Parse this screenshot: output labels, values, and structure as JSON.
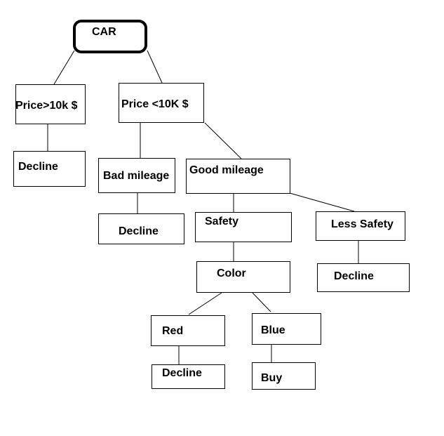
{
  "diagram": {
    "type": "decision-tree",
    "nodes": {
      "car": "CAR",
      "price_high": "Price>10k $",
      "price_low": "Price <10K $",
      "decline_price_high": "Decline",
      "bad_mileage": "Bad mileage",
      "good_mileage": "Good mileage",
      "decline_bad_mileage": "Decline",
      "safety": "Safety",
      "less_safety": "Less Safety",
      "decline_less_safety": "Decline",
      "color": "Color",
      "red": "Red",
      "blue": "Blue",
      "decline_red": "Decline",
      "buy": "Buy"
    },
    "edges": [
      [
        "car",
        "price_high"
      ],
      [
        "car",
        "price_low"
      ],
      [
        "price_high",
        "decline_price_high"
      ],
      [
        "price_low",
        "bad_mileage"
      ],
      [
        "price_low",
        "good_mileage"
      ],
      [
        "bad_mileage",
        "decline_bad_mileage"
      ],
      [
        "good_mileage",
        "safety"
      ],
      [
        "good_mileage",
        "less_safety"
      ],
      [
        "safety",
        "color"
      ],
      [
        "less_safety",
        "decline_less_safety"
      ],
      [
        "color",
        "red"
      ],
      [
        "color",
        "blue"
      ],
      [
        "red",
        "decline_red"
      ],
      [
        "blue",
        "buy"
      ]
    ]
  }
}
